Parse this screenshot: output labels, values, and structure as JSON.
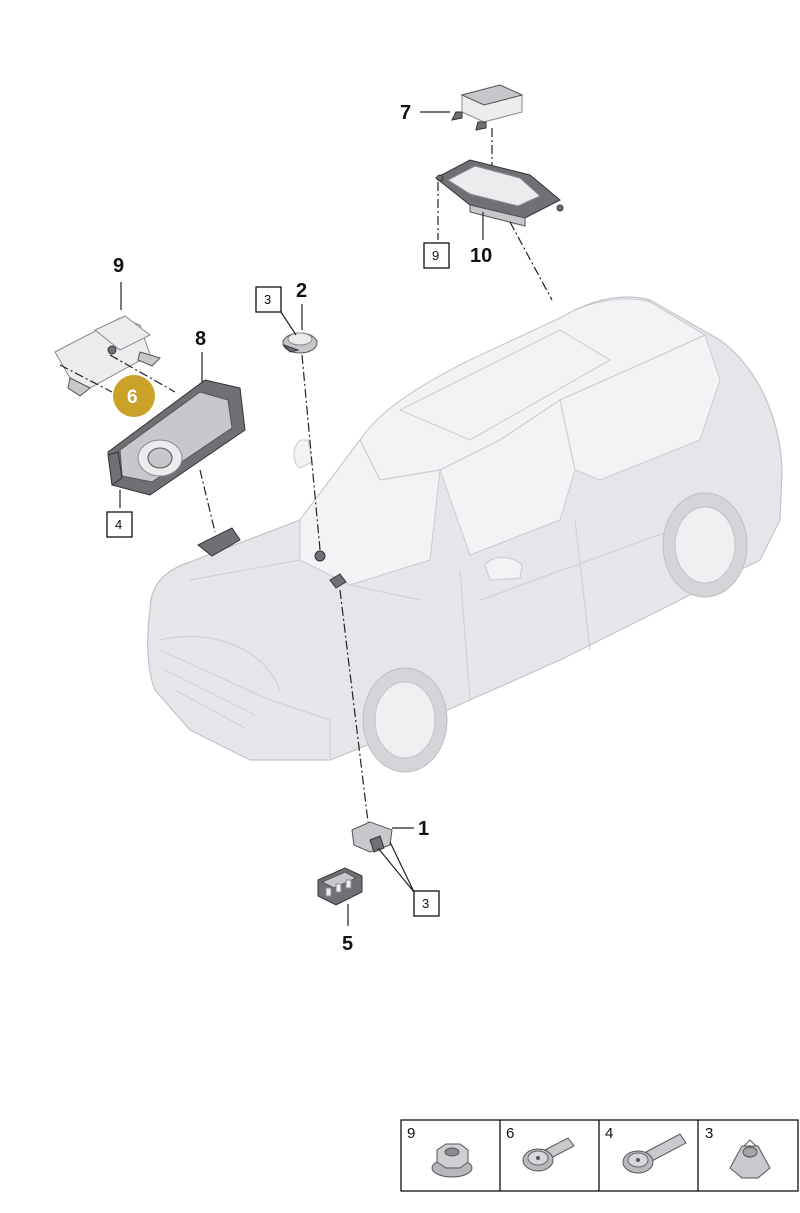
{
  "callouts": {
    "c1": "1",
    "c2": "2",
    "c5": "5",
    "c7": "7",
    "c8": "8",
    "c9": "9",
    "c10": "10",
    "c6_highlight": "6"
  },
  "ref_boxes": {
    "box_near_2": "3",
    "box_near_10": "9",
    "box_near_8": "4",
    "box_near_1": "3"
  },
  "highlight_color": "#c9a227",
  "legend": {
    "cells": [
      {
        "label": "9",
        "icon": "flange-nut-icon"
      },
      {
        "label": "6",
        "icon": "short-bolt-icon"
      },
      {
        "label": "4",
        "icon": "long-bolt-icon"
      },
      {
        "label": "3",
        "icon": "hex-nut-icon"
      }
    ]
  }
}
